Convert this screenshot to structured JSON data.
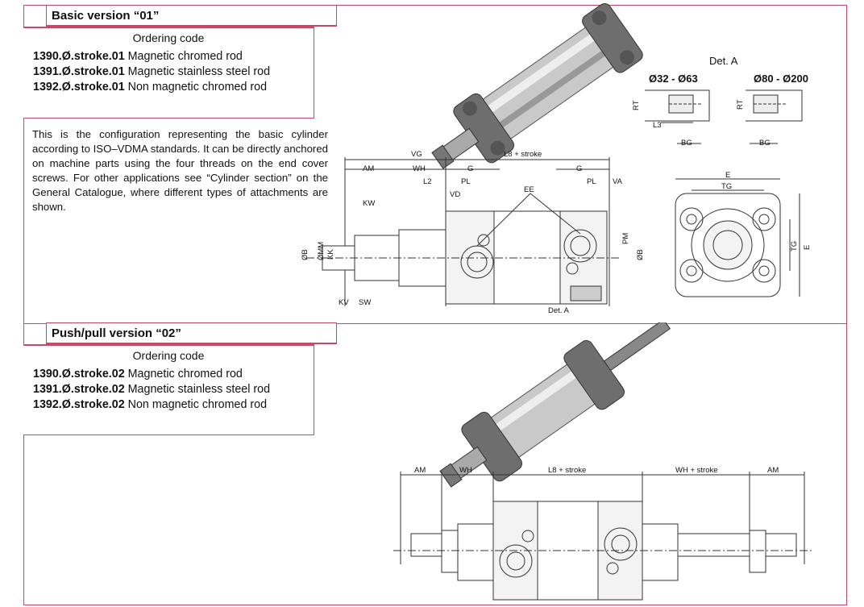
{
  "section1": {
    "title": "Basic version “01”",
    "ordering_header": "Ordering code",
    "codes": [
      {
        "code": "1390.Ø.stroke.01",
        "desc": "Magnetic chromed rod"
      },
      {
        "code": "1391.Ø.stroke.01",
        "desc": "Magnetic stainless steel rod"
      },
      {
        "code": "1392.Ø.stroke.01",
        "desc": "Non magnetic chromed rod"
      }
    ],
    "description": "This is the configuration representing the basic cylinder according to ISO–VDMA standards. It can be directly anchored on machine parts using the four threads on the end cover screws. For other applications see “Cylinder section” on the General Catalogue, where different types of attachments are shown.",
    "drawing_labels": {
      "vg": "VG",
      "l8": "L8 + stroke",
      "am": "AM",
      "wh": "WH",
      "g1": "G",
      "g2": "G",
      "l2": "L2",
      "pl1": "PL",
      "pl2": "PL",
      "va": "VA",
      "vd": "VD",
      "ee": "EE",
      "kw": "KW",
      "ob1": "ØB",
      "omm": "ØMM",
      "kk": "KK",
      "kv": "KV",
      "sw": "SW",
      "pm": "PM",
      "ob2": "ØB",
      "det_a": "Det. A",
      "e_top": "E",
      "tg_top": "TG",
      "tg_side": "TG",
      "e_side": "E"
    },
    "detail": {
      "title": "Det. A",
      "range1": "Ø32 - Ø63",
      "range2": "Ø80 - Ø200",
      "rt1": "RT",
      "l3": "L3",
      "bg1": "BG",
      "rt2": "RT",
      "bg2": "BG"
    }
  },
  "section2": {
    "title": "Push/pull version “02”",
    "ordering_header": "Ordering code",
    "codes": [
      {
        "code": "1390.Ø.stroke.02",
        "desc": "Magnetic chromed rod"
      },
      {
        "code": "1391.Ø.stroke.02",
        "desc": "Magnetic stainless steel rod"
      },
      {
        "code": "1392.Ø.stroke.02",
        "desc": "Non magnetic chromed rod"
      }
    ],
    "drawing_labels": {
      "am1": "AM",
      "wh": "WH",
      "l8": "L8 + stroke",
      "wh_stroke": "WH + stroke",
      "am2": "AM"
    }
  },
  "colors": {
    "frame": "#d8415f"
  }
}
